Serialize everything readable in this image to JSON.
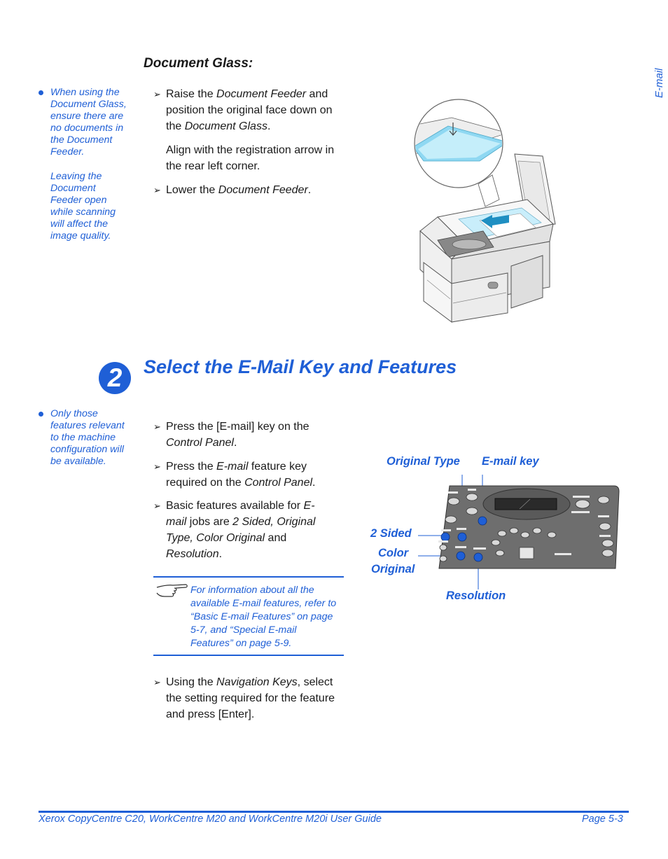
{
  "side_tab": "E-mail",
  "doc_glass": {
    "heading": "Document Glass:",
    "note_line1": "When using the",
    "note_line2": "Document Glass,",
    "note_line3": "ensure there are",
    "note_line4": "no documents in",
    "note_line5": "the Document",
    "note_line6": "Feeder.",
    "note2_line1": "Leaving the",
    "note2_line2": "Document",
    "note2_line3": "Feeder open",
    "note2_line4": "while scanning",
    "note2_line5": "will affect the",
    "note2_line6": "image quality.",
    "step1_a": "Raise the ",
    "step1_b": "Document Feeder",
    "step1_c": " and position the original face down on the ",
    "step1_d": "Document Glass",
    "step1_e": ".",
    "align_text": "Align with the registration arrow in the rear left corner.",
    "step2_a": "Lower the ",
    "step2_b": "Document Feeder",
    "step2_c": "."
  },
  "section": {
    "number": "2",
    "title": "Select the E-Mail Key and Features",
    "note_line1": "Only those",
    "note_line2": "features relevant",
    "note_line3": "to the machine",
    "note_line4": "configuration will",
    "note_line5": "be available.",
    "s1_a": "Press the [E-mail] key on the ",
    "s1_b": "Control Panel",
    "s1_c": ".",
    "s2_a": "Press the ",
    "s2_b": "E-mail",
    "s2_c": " feature key required on the ",
    "s2_d": "Control Panel",
    "s2_e": ".",
    "s3_a": "Basic features available for ",
    "s3_b": "E-mail",
    "s3_c": " jobs are ",
    "s3_d": "2 Sided, Original Type, Color Original",
    "s3_e": " and ",
    "s3_f": "Resolution",
    "s3_g": ".",
    "info": "For information about all the available E-mail features, refer to “Basic E-mail Features” on page 5-7, and “Special E-mail Features” on page 5-9.",
    "s4_a": "Using the ",
    "s4_b": "Navigation Keys",
    "s4_c": ", select the setting required for the feature and press [Enter]."
  },
  "callouts": {
    "original_type": "Original Type",
    "email_key": "E-mail key",
    "two_sided": "2 Sided",
    "color": "Color",
    "original": "Original",
    "resolution": "Resolution"
  },
  "footer": {
    "guide": "Xerox CopyCentre C20, WorkCentre M20 and WorkCentre M20i User Guide",
    "page": "Page 5-3"
  },
  "colors": {
    "accent": "#1f5fd6",
    "glass": "#8fd8f2",
    "panel": "#6e6e6e"
  }
}
